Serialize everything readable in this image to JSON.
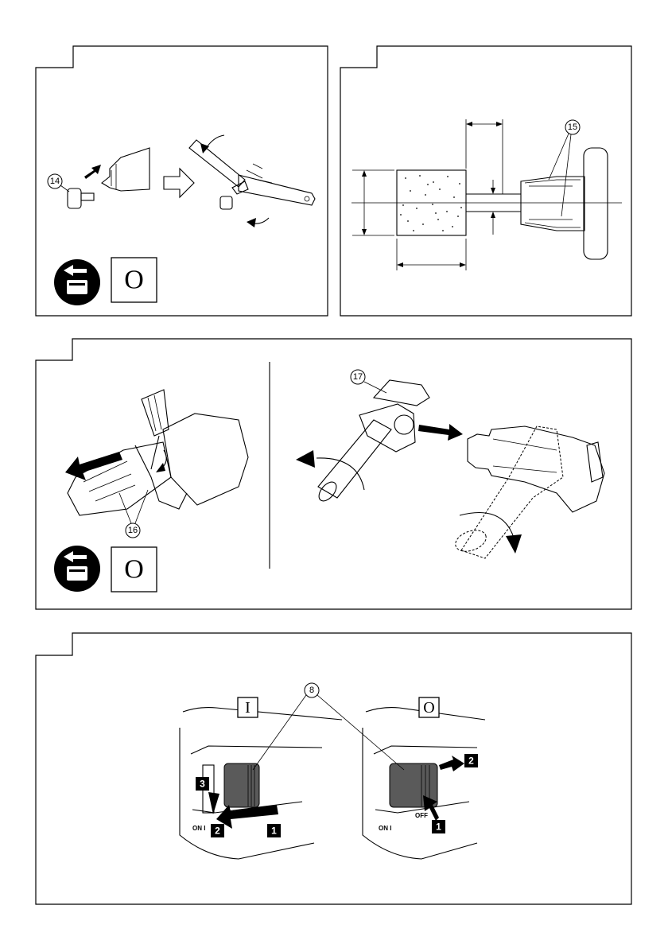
{
  "panel_a": {
    "callouts": [
      {
        "id": "14",
        "label": "⑭"
      }
    ],
    "symbol": "O"
  },
  "panel_b": {
    "callouts": [
      {
        "id": "15",
        "label": "⑮"
      }
    ]
  },
  "panel_c": {
    "callouts": [
      {
        "id": "16",
        "label": "⑯"
      },
      {
        "id": "17",
        "label": "⑰"
      }
    ],
    "symbol": "O"
  },
  "panel_d": {
    "callouts": [
      {
        "id": "8",
        "label": "⑧"
      }
    ],
    "on_symbol": "I",
    "off_symbol": "O",
    "switch_on_label": "ON I",
    "switch_off_label": "OFF",
    "steps_on": [
      "1",
      "2",
      "3"
    ],
    "steps_off": [
      "1",
      "2"
    ]
  },
  "icons": [
    "battery-removal-icon",
    "switch-off-symbol-icon"
  ]
}
